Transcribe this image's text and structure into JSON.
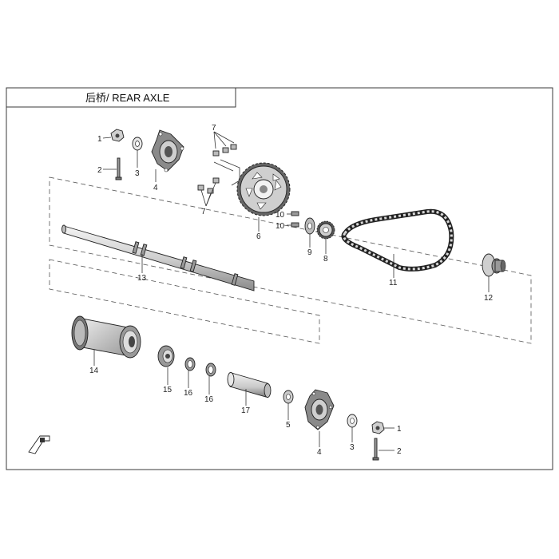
{
  "title": "后桥/ REAR AXLE",
  "labels": {
    "p1a": "1",
    "p2a": "2",
    "p3a": "3",
    "p4a": "4",
    "p7": "7",
    "p6": "6",
    "p10a": "10",
    "p10b": "10",
    "p9": "9",
    "p8": "8",
    "p11": "11",
    "p12": "12",
    "p13": "13",
    "p14": "14",
    "p15": "15",
    "p16a": "16",
    "p16b": "16",
    "p17": "17",
    "p5": "5",
    "p4b": "4",
    "p3b": "3",
    "p1b": "1",
    "p2b": "2"
  },
  "icons": {
    "direction_arrow": "direction-arrow-icon"
  },
  "colors": {
    "line": "#222222",
    "fill_light": "#e6e6e6",
    "fill_mid": "#bdbdbd",
    "fill_dark": "#555555"
  }
}
